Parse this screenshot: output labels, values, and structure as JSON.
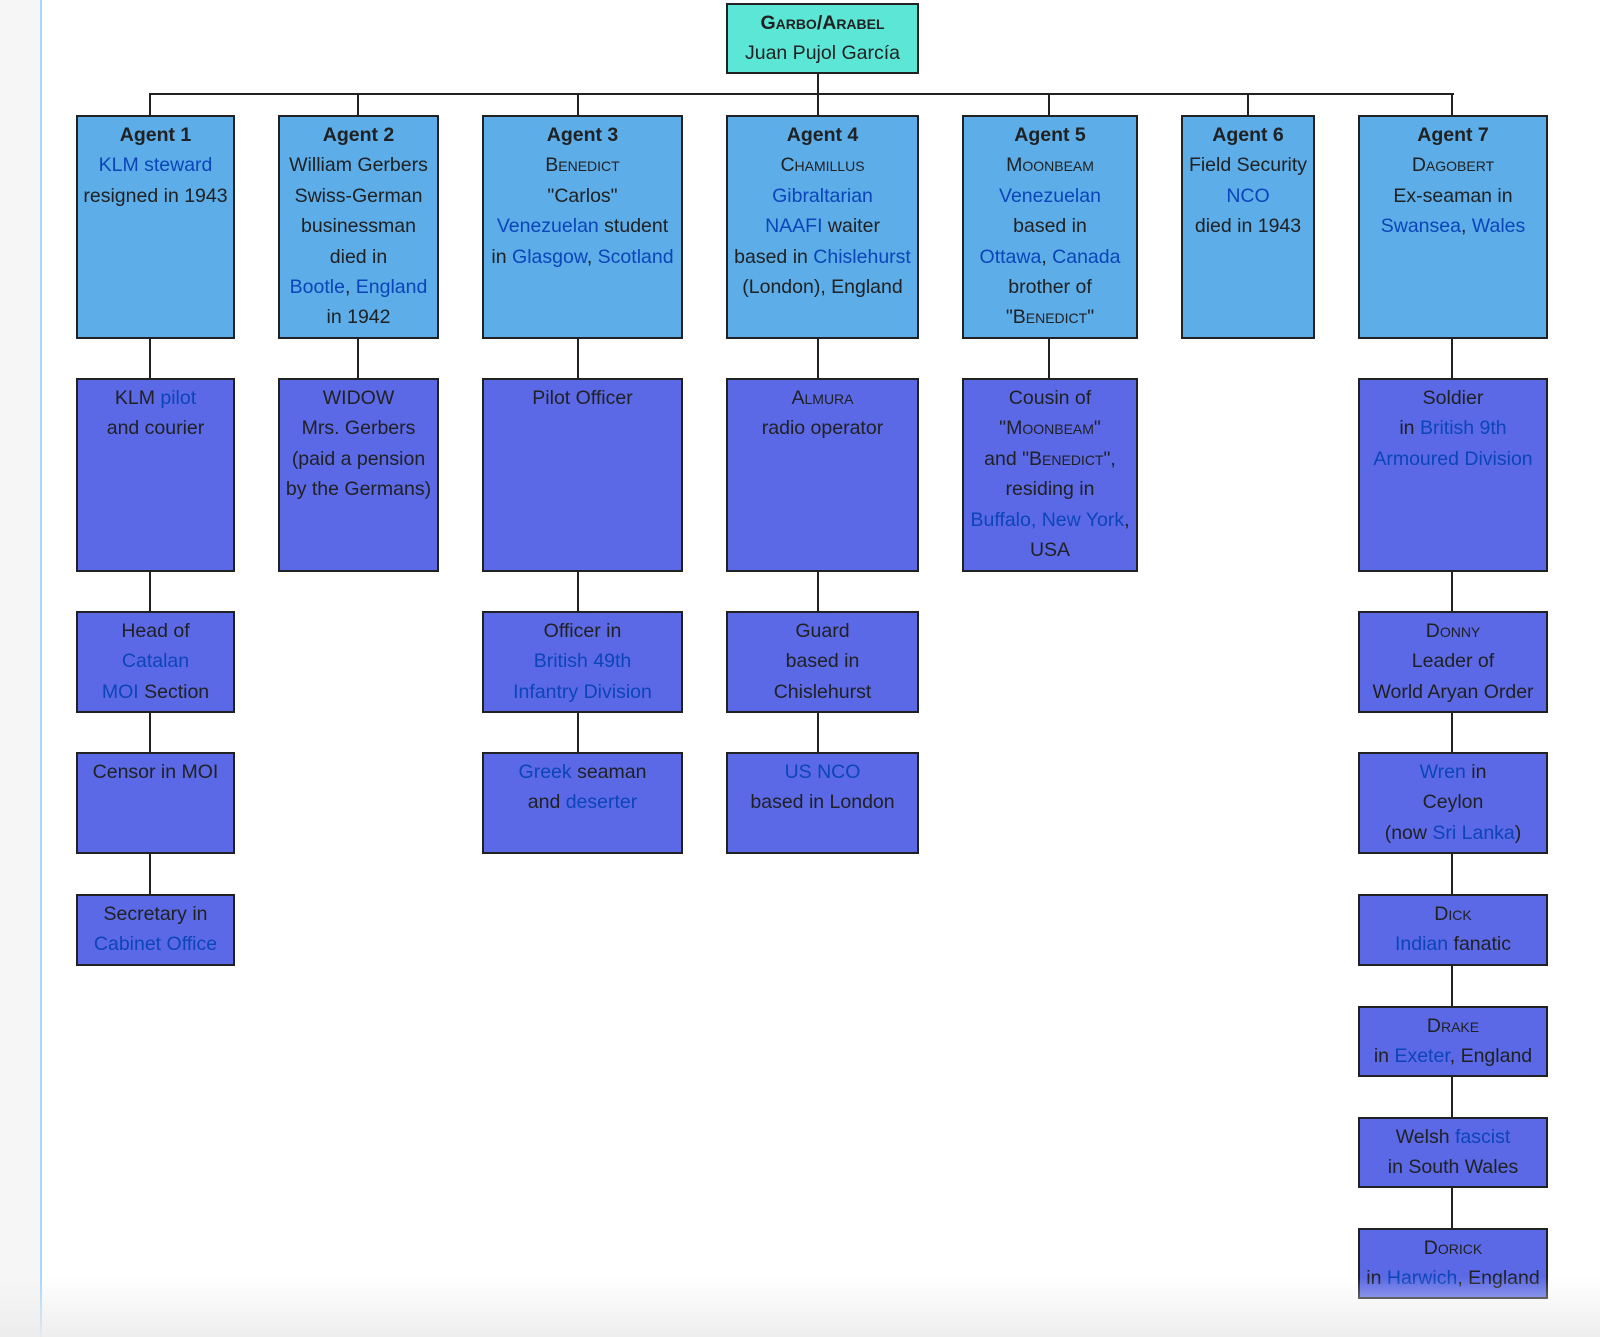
{
  "colors": {
    "root": "#5ce6d6",
    "agent": "#5cade8",
    "subagent": "#5b69e6",
    "link": "#0b45b8"
  },
  "boxes": [
    {
      "id": "root",
      "kind": "top",
      "lines": [
        [
          [
            "Garbo/Arabel",
            "bsc"
          ]
        ],
        [
          [
            "Juan Pujol García",
            ""
          ]
        ]
      ]
    },
    {
      "id": "a1",
      "kind": "lb",
      "lines": [
        [
          [
            "Agent 1",
            "b"
          ]
        ],
        [
          [
            "KLM steward",
            "l"
          ]
        ],
        [
          [
            "resigned in 1943",
            ""
          ]
        ]
      ]
    },
    {
      "id": "a1c1",
      "kind": "db",
      "lines": [
        [
          [
            "KLM ",
            ""
          ],
          [
            "pilot",
            "l"
          ]
        ],
        [
          [
            "and courier",
            ""
          ]
        ]
      ]
    },
    {
      "id": "a1c2",
      "kind": "db",
      "lines": [
        [
          [
            "Head of",
            ""
          ]
        ],
        [
          [
            "Catalan",
            "l"
          ]
        ],
        [
          [
            "MOI",
            "l"
          ],
          [
            " Section",
            ""
          ]
        ]
      ]
    },
    {
      "id": "a1c3",
      "kind": "db",
      "lines": [
        [
          [
            "Censor in MOI",
            ""
          ]
        ]
      ]
    },
    {
      "id": "a1c4",
      "kind": "db",
      "lines": [
        [
          [
            "Secretary in",
            ""
          ]
        ],
        [
          [
            "Cabinet Office",
            "l"
          ]
        ]
      ]
    },
    {
      "id": "a2",
      "kind": "lb",
      "lines": [
        [
          [
            "Agent 2",
            "b"
          ]
        ],
        [
          [
            "William Gerbers",
            ""
          ]
        ],
        [
          [
            "Swiss-German",
            ""
          ]
        ],
        [
          [
            "businessman",
            ""
          ]
        ],
        [
          [
            "died in",
            ""
          ]
        ],
        [
          [
            "Bootle",
            "l"
          ],
          [
            ", ",
            ""
          ],
          [
            "England",
            "l"
          ]
        ],
        [
          [
            "in 1942",
            ""
          ]
        ]
      ]
    },
    {
      "id": "a2c1",
      "kind": "db",
      "lines": [
        [
          [
            "WIDOW",
            ""
          ]
        ],
        [
          [
            "Mrs. Gerbers",
            ""
          ]
        ],
        [
          [
            "(paid a pension",
            ""
          ]
        ],
        [
          [
            "by the Germans)",
            ""
          ]
        ]
      ]
    },
    {
      "id": "a3",
      "kind": "lb",
      "lines": [
        [
          [
            "Agent 3",
            "b"
          ]
        ],
        [
          [
            "Benedict",
            "sc"
          ]
        ],
        [
          [
            "\"Carlos\"",
            ""
          ]
        ],
        [
          [
            "Venezuelan",
            "l"
          ],
          [
            " student",
            ""
          ]
        ],
        [
          [
            "in ",
            ""
          ],
          [
            "Glasgow",
            "l"
          ],
          [
            ", ",
            ""
          ],
          [
            "Scotland",
            "l"
          ]
        ]
      ]
    },
    {
      "id": "a3c1",
      "kind": "db",
      "lines": [
        [
          [
            "Pilot Officer",
            ""
          ]
        ]
      ]
    },
    {
      "id": "a3c2",
      "kind": "db",
      "lines": [
        [
          [
            "Officer in",
            ""
          ]
        ],
        [
          [
            "British 49th",
            "l"
          ]
        ],
        [
          [
            "Infantry Division",
            "l"
          ]
        ]
      ]
    },
    {
      "id": "a3c3",
      "kind": "db",
      "lines": [
        [
          [
            "Greek",
            "l"
          ],
          [
            " seaman",
            ""
          ]
        ],
        [
          [
            "and ",
            ""
          ],
          [
            "deserter",
            "l"
          ]
        ]
      ]
    },
    {
      "id": "a4",
      "kind": "lb",
      "lines": [
        [
          [
            "Agent 4",
            "b"
          ]
        ],
        [
          [
            "Chamillus",
            "sc"
          ]
        ],
        [
          [
            "Gibraltarian",
            "l"
          ]
        ],
        [
          [
            "NAAFI",
            "l"
          ],
          [
            " waiter",
            ""
          ]
        ],
        [
          [
            "based in ",
            ""
          ],
          [
            "Chislehurst",
            "l"
          ]
        ],
        [
          [
            "(London), England",
            ""
          ]
        ]
      ]
    },
    {
      "id": "a4c1",
      "kind": "db",
      "lines": [
        [
          [
            "Almura",
            "sc"
          ]
        ],
        [
          [
            "radio operator",
            ""
          ]
        ]
      ]
    },
    {
      "id": "a4c2",
      "kind": "db",
      "lines": [
        [
          [
            "Guard",
            ""
          ]
        ],
        [
          [
            "based in",
            ""
          ]
        ],
        [
          [
            "Chislehurst",
            ""
          ]
        ]
      ]
    },
    {
      "id": "a4c3",
      "kind": "db",
      "lines": [
        [
          [
            "US NCO",
            "l"
          ]
        ],
        [
          [
            "based in London",
            ""
          ]
        ]
      ]
    },
    {
      "id": "a5",
      "kind": "lb",
      "lines": [
        [
          [
            "Agent 5",
            "b"
          ]
        ],
        [
          [
            "Moonbeam",
            "sc"
          ]
        ],
        [
          [
            "Venezuelan",
            "l"
          ]
        ],
        [
          [
            "based in",
            ""
          ]
        ],
        [
          [
            "Ottawa",
            "l"
          ],
          [
            ", ",
            ""
          ],
          [
            "Canada",
            "l"
          ]
        ],
        [
          [
            "brother of",
            ""
          ]
        ],
        [
          [
            "\"Benedict\"",
            "sc"
          ]
        ]
      ]
    },
    {
      "id": "a5c1",
      "kind": "db",
      "lines": [
        [
          [
            "Cousin of",
            ""
          ]
        ],
        [
          [
            "\"Moonbeam\"",
            "sc"
          ]
        ],
        [
          [
            "and ",
            ""
          ],
          [
            "\"Benedict\"",
            "sc"
          ],
          [
            ",",
            ""
          ]
        ],
        [
          [
            "residing in",
            ""
          ]
        ],
        [
          [
            "Buffalo, New York",
            "l"
          ],
          [
            ",",
            ""
          ]
        ],
        [
          [
            "USA",
            ""
          ]
        ]
      ]
    },
    {
      "id": "a6",
      "kind": "lb",
      "lines": [
        [
          [
            "Agent 6",
            "b"
          ]
        ],
        [
          [
            "Field Security",
            ""
          ]
        ],
        [
          [
            "NCO",
            "l"
          ]
        ],
        [
          [
            "died in 1943",
            ""
          ]
        ]
      ]
    },
    {
      "id": "a7",
      "kind": "lb",
      "lines": [
        [
          [
            "Agent 7",
            "b"
          ]
        ],
        [
          [
            "Dagobert",
            "sc"
          ]
        ],
        [
          [
            "Ex-seaman in",
            ""
          ]
        ],
        [
          [
            "Swansea",
            "l"
          ],
          [
            ", ",
            ""
          ],
          [
            "Wales",
            "l"
          ]
        ]
      ]
    },
    {
      "id": "a7c1",
      "kind": "db",
      "lines": [
        [
          [
            "Soldier",
            ""
          ]
        ],
        [
          [
            "in ",
            ""
          ],
          [
            "British 9th",
            "l"
          ]
        ],
        [
          [
            "Armoured Division",
            "l"
          ]
        ]
      ]
    },
    {
      "id": "a7c2",
      "kind": "db",
      "lines": [
        [
          [
            "Donny",
            "sc"
          ]
        ],
        [
          [
            "Leader of",
            ""
          ]
        ],
        [
          [
            "World Aryan Order",
            ""
          ]
        ]
      ]
    },
    {
      "id": "a7c3",
      "kind": "db",
      "lines": [
        [
          [
            "Wren",
            "l"
          ],
          [
            " in",
            ""
          ]
        ],
        [
          [
            "Ceylon",
            ""
          ]
        ],
        [
          [
            "(now ",
            ""
          ],
          [
            "Sri Lanka",
            "l"
          ],
          [
            ")",
            ""
          ]
        ]
      ]
    },
    {
      "id": "a7c4",
      "kind": "db",
      "lines": [
        [
          [
            "Dick",
            "sc"
          ]
        ],
        [
          [
            "Indian",
            "l"
          ],
          [
            " fanatic",
            ""
          ]
        ]
      ]
    },
    {
      "id": "a7c5",
      "kind": "db",
      "lines": [
        [
          [
            "Drake",
            "sc"
          ]
        ],
        [
          [
            "in ",
            ""
          ],
          [
            "Exeter",
            "l"
          ],
          [
            ", England",
            ""
          ]
        ]
      ]
    },
    {
      "id": "a7c6",
      "kind": "db",
      "lines": [
        [
          [
            "Welsh ",
            ""
          ],
          [
            "fascist",
            "l"
          ]
        ],
        [
          [
            "in South Wales",
            ""
          ]
        ]
      ]
    },
    {
      "id": "a7c7",
      "kind": "db",
      "lines": [
        [
          [
            "Dorick",
            "sc"
          ]
        ],
        [
          [
            "in ",
            ""
          ],
          [
            "Harwich",
            "l"
          ],
          [
            ", England",
            ""
          ]
        ]
      ]
    }
  ]
}
